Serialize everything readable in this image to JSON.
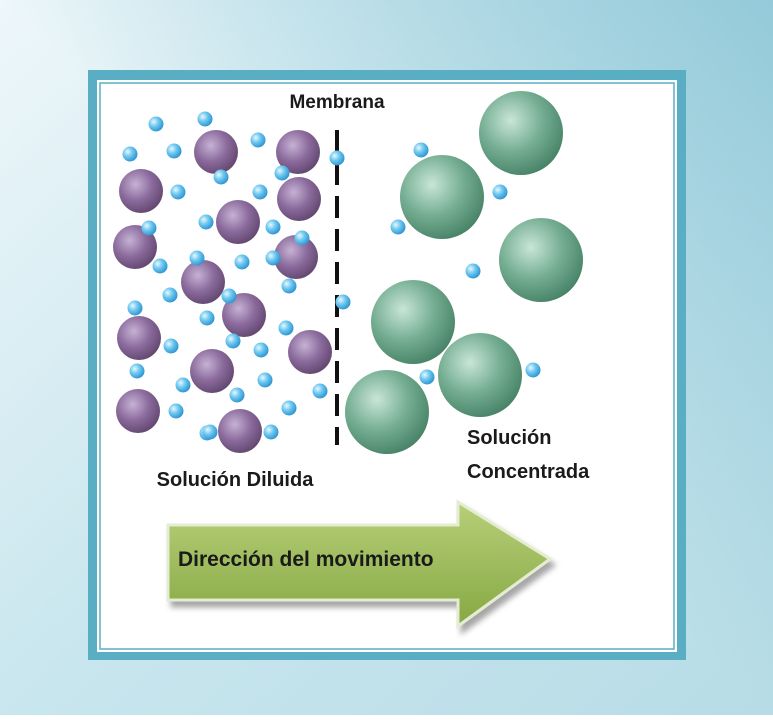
{
  "diagram": {
    "membrane_label": "Membrana",
    "dilute_label": "Solución Diluida",
    "concentrated_label_line1": "Solución",
    "concentrated_label_line2": "Concentrada",
    "arrow_label": "Dirección del movimiento"
  },
  "colors": {
    "background_gradient": [
      "#e7f4f8",
      "#c4e3ec",
      "#92c9d8"
    ],
    "frame": "#5aaec4",
    "panel": "#ffffff",
    "membrane": "#111111",
    "water_molecule": "#4fb6ea",
    "solute_dilute": "#8a6a9c",
    "solute_concentrated": "#6aa68a",
    "arrow_fill": "#9bbb59",
    "arrow_text": "#1a1a1a"
  }
}
